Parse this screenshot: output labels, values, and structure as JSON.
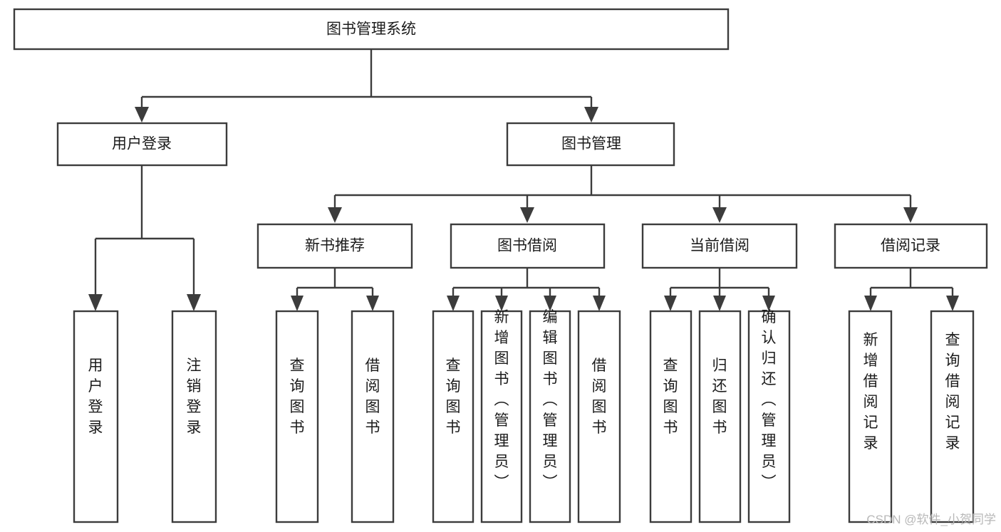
{
  "diagram": {
    "title": "图书管理系统",
    "type": "tree-hierarchy-diagram",
    "colors": {
      "background": "#ffffff",
      "box_stroke": "#3c3c3c",
      "box_fill": "#ffffff",
      "text": "#1b1b1b",
      "watermark": "#b8b8b8"
    },
    "root": {
      "label": "图书管理系统"
    },
    "level2": [
      {
        "label": "用户登录"
      },
      {
        "label": "图书管理"
      }
    ],
    "level3": [
      {
        "label": "新书推荐"
      },
      {
        "label": "图书借阅"
      },
      {
        "label": "当前借阅"
      },
      {
        "label": "借阅记录"
      }
    ],
    "leaves": {
      "user_login": [
        {
          "label": "用户登录"
        },
        {
          "label": "注销登录"
        }
      ],
      "new_book_recommend": [
        {
          "label": "查询图书"
        },
        {
          "label": "借阅图书"
        }
      ],
      "book_borrow": [
        {
          "label": "查询图书"
        },
        {
          "label": "新增图书（管理员）"
        },
        {
          "label": "编辑图书（管理员）"
        },
        {
          "label": "借阅图书"
        }
      ],
      "current_borrow": [
        {
          "label": "查询图书"
        },
        {
          "label": "归还图书"
        },
        {
          "label": "确认归还（管理员）"
        }
      ],
      "borrow_record": [
        {
          "label": "新增借阅记录"
        },
        {
          "label": "查询借阅记录"
        }
      ]
    },
    "watermark": "CSDN @软件_小贺同学"
  }
}
